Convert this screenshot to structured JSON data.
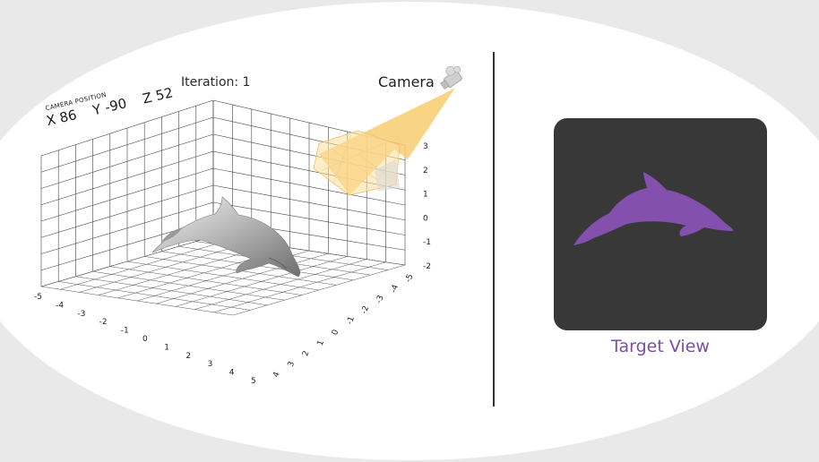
{
  "iteration_label": "Iteration: 1",
  "camera_label": "Camera",
  "camera_position": {
    "title": "CAMERA POSITION",
    "x": "X 86",
    "y": "Y -90",
    "z": "Z 52"
  },
  "plot": {
    "x_ticks": [
      "-5",
      "-4",
      "-3",
      "-2",
      "-1",
      "0",
      "1",
      "2",
      "3",
      "4",
      "5"
    ],
    "y_ticks": [
      "-5",
      "-4",
      "-3",
      "-2",
      "-1",
      "0",
      "1",
      "2",
      "3",
      "4"
    ],
    "z_ticks": [
      "-2",
      "-1",
      "0",
      "1",
      "2",
      "3"
    ]
  },
  "target_view_label": "Target View",
  "colors": {
    "dolphin_target": "#8350ad",
    "target_bg": "#383838",
    "frustum": "#f7c867",
    "label_purple": "#7a4fa0"
  }
}
